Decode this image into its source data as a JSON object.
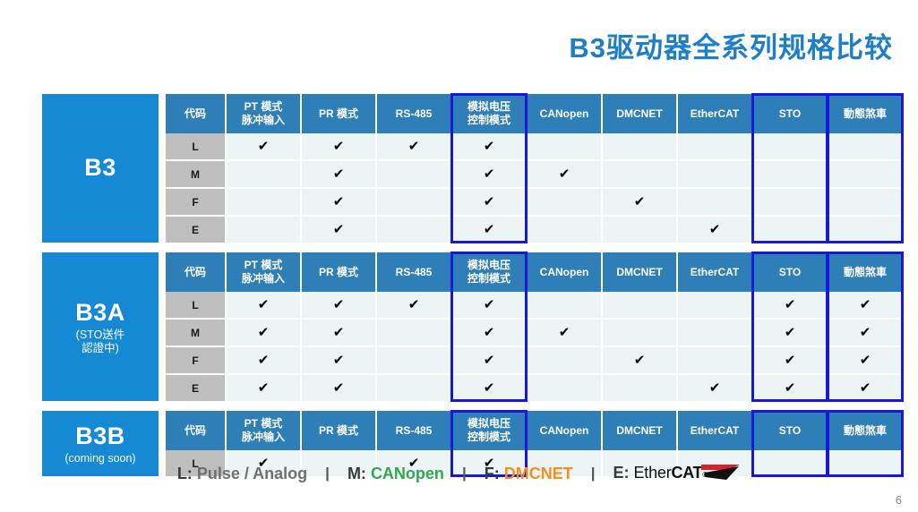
{
  "slide": {
    "title": "B3驱动器全系列规格比较",
    "page_number": "6",
    "title_color": "#1F7FC4",
    "header_color": "#2E7EB7",
    "label_block_color": "#1589D4",
    "highlight_border_color": "#1818D8",
    "cell_color": "#EDF4F5",
    "code_cell_color": "#BEBEBE"
  },
  "columns": {
    "code": "代码",
    "pt_line1": "PT 模式",
    "pt_line2": "脉冲输入",
    "pr": "PR 模式",
    "rs485": "RS-485",
    "analog_line1": "模拟电压",
    "analog_line2": "控制模式",
    "canopen": "CANopen",
    "dmcnet": "DMCNET",
    "ethercat": "EtherCAT",
    "sto": "STO",
    "brake": "動態煞車"
  },
  "check_mark": "✔",
  "blocks": [
    {
      "label": "B3",
      "sublabel_lines": [],
      "rows": [
        {
          "code": "L",
          "pt": true,
          "pr": true,
          "rs485": true,
          "analog": true,
          "canopen": false,
          "dmcnet": false,
          "ethercat": false,
          "sto": false,
          "brake": false
        },
        {
          "code": "M",
          "pt": false,
          "pr": true,
          "rs485": false,
          "analog": true,
          "canopen": true,
          "dmcnet": false,
          "ethercat": false,
          "sto": false,
          "brake": false
        },
        {
          "code": "F",
          "pt": false,
          "pr": true,
          "rs485": false,
          "analog": true,
          "canopen": false,
          "dmcnet": true,
          "ethercat": false,
          "sto": false,
          "brake": false
        },
        {
          "code": "E",
          "pt": false,
          "pr": true,
          "rs485": false,
          "analog": true,
          "canopen": false,
          "dmcnet": false,
          "ethercat": true,
          "sto": false,
          "brake": false
        }
      ]
    },
    {
      "label": "B3A",
      "sublabel_lines": [
        "(STO送件",
        "認證中)"
      ],
      "rows": [
        {
          "code": "L",
          "pt": true,
          "pr": true,
          "rs485": true,
          "analog": true,
          "canopen": false,
          "dmcnet": false,
          "ethercat": false,
          "sto": true,
          "brake": true
        },
        {
          "code": "M",
          "pt": true,
          "pr": true,
          "rs485": false,
          "analog": true,
          "canopen": true,
          "dmcnet": false,
          "ethercat": false,
          "sto": true,
          "brake": true
        },
        {
          "code": "F",
          "pt": true,
          "pr": true,
          "rs485": false,
          "analog": true,
          "canopen": false,
          "dmcnet": true,
          "ethercat": false,
          "sto": true,
          "brake": true
        },
        {
          "code": "E",
          "pt": true,
          "pr": true,
          "rs485": false,
          "analog": true,
          "canopen": false,
          "dmcnet": false,
          "ethercat": true,
          "sto": true,
          "brake": true
        }
      ]
    },
    {
      "label": "B3B",
      "sublabel_lines": [
        "(coming soon)"
      ],
      "rows": [
        {
          "code": "L",
          "pt": true,
          "pr": false,
          "rs485": true,
          "analog": true,
          "canopen": false,
          "dmcnet": false,
          "ethercat": false,
          "sto": false,
          "brake": false
        }
      ]
    }
  ],
  "legend": {
    "items": [
      {
        "key": "L:",
        "value": "Pulse / Analog",
        "color": "#6f6f6f"
      },
      {
        "key": "M:",
        "value": "CANopen",
        "color": "#2FA84F"
      },
      {
        "key": "F:",
        "value": "DMCNET",
        "color": "#F0911E"
      },
      {
        "key": "E:",
        "value": "EtherCAT",
        "color": "#111111"
      }
    ],
    "separator": "|",
    "ethercat_logo": {
      "part1": "Ether",
      "part2": "CAT",
      "registered": "®",
      "arrow_color": "#D8232A"
    }
  }
}
